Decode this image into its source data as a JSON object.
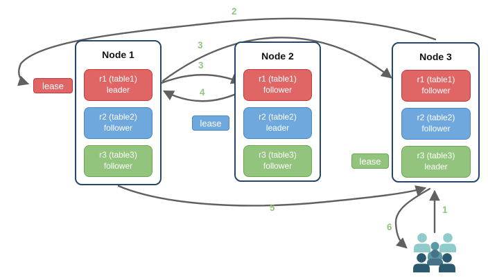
{
  "nodes": [
    {
      "title": "Node 1",
      "replicas": [
        {
          "name": "r1 (table1)",
          "role": "leader",
          "color": "red"
        },
        {
          "name": "r2 (table2)",
          "role": "follower",
          "color": "blue"
        },
        {
          "name": "r3 (table3)",
          "role": "follower",
          "color": "green"
        }
      ]
    },
    {
      "title": "Node 2",
      "replicas": [
        {
          "name": "r1 (table1)",
          "role": "follower",
          "color": "red"
        },
        {
          "name": "r2 (table2)",
          "role": "leader",
          "color": "blue"
        },
        {
          "name": "r3 (table3)",
          "role": "follower",
          "color": "green"
        }
      ]
    },
    {
      "title": "Node 3",
      "replicas": [
        {
          "name": "r1 (table1)",
          "role": "follower",
          "color": "red"
        },
        {
          "name": "r2 (table2)",
          "role": "follower",
          "color": "blue"
        },
        {
          "name": "r3 (table3)",
          "role": "leader",
          "color": "green"
        }
      ]
    }
  ],
  "leases": [
    {
      "text": "lease",
      "color": "red"
    },
    {
      "text": "lease",
      "color": "blue"
    },
    {
      "text": "lease",
      "color": "green"
    }
  ],
  "flow_labels": [
    {
      "text": "2"
    },
    {
      "text": "3"
    },
    {
      "text": "3"
    },
    {
      "text": "4"
    },
    {
      "text": "5"
    },
    {
      "text": "6"
    },
    {
      "text": "1"
    }
  ],
  "icons": {
    "users_group": "users-group-icon"
  },
  "colors": {
    "node_border": "#24466b",
    "replica_red": "#e06666",
    "replica_red_border": "#c5373a",
    "replica_blue": "#6fa8dc",
    "replica_blue_border": "#4a86c8",
    "replica_green": "#93c47d",
    "replica_green_border": "#6aa84f",
    "arrow_gray": "#606060",
    "flow_label_green": "#93c47d",
    "users_light_teal": "#8fcbcb",
    "users_mid_teal": "#569aa4",
    "users_slate": "#477287",
    "users_dark": "#2b5a70"
  }
}
